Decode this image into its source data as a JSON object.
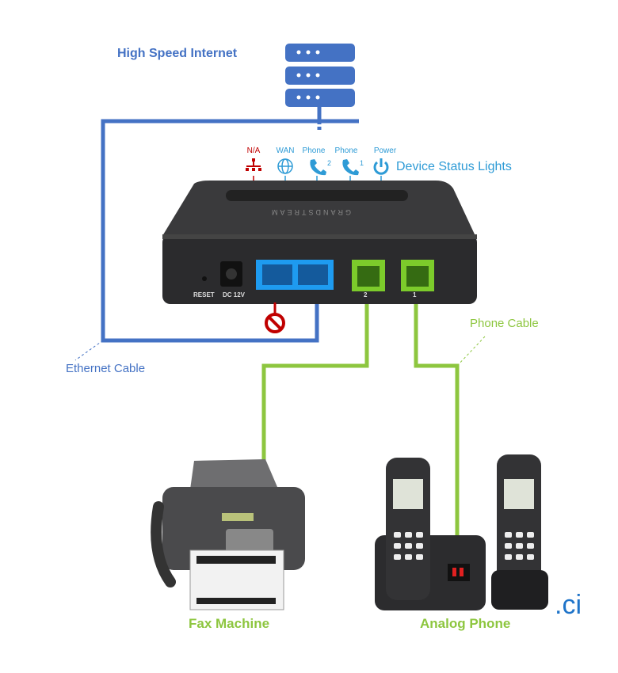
{
  "labels": {
    "internet": "High Speed Internet",
    "status_lights": "Device Status Lights",
    "ethernet_cable": "Ethernet Cable",
    "phone_cable": "Phone Cable",
    "fax": "Fax Machine",
    "analog_phone": "Analog Phone",
    "watermark": ".ci"
  },
  "status_lights": [
    {
      "label": "N/A",
      "icon": "network-icon",
      "color": "#C00000"
    },
    {
      "label": "WAN",
      "icon": "globe-icon",
      "color": "#2E9BD6"
    },
    {
      "label": "Phone",
      "sub": "2",
      "icon": "phone-icon",
      "color": "#2E9BD6"
    },
    {
      "label": "Phone",
      "sub": "1",
      "icon": "phone-icon",
      "color": "#2E9BD6"
    },
    {
      "label": "Power",
      "icon": "power-icon",
      "color": "#2E9BD6"
    }
  ],
  "device": {
    "brand": "GRANDSTREAM",
    "reset": "RESET",
    "dc": "DC 12V",
    "port2": "2",
    "port1": "1"
  },
  "colors": {
    "ethernet": "#4472C4",
    "phone": "#8DC63F",
    "disabled": "#C00000"
  }
}
